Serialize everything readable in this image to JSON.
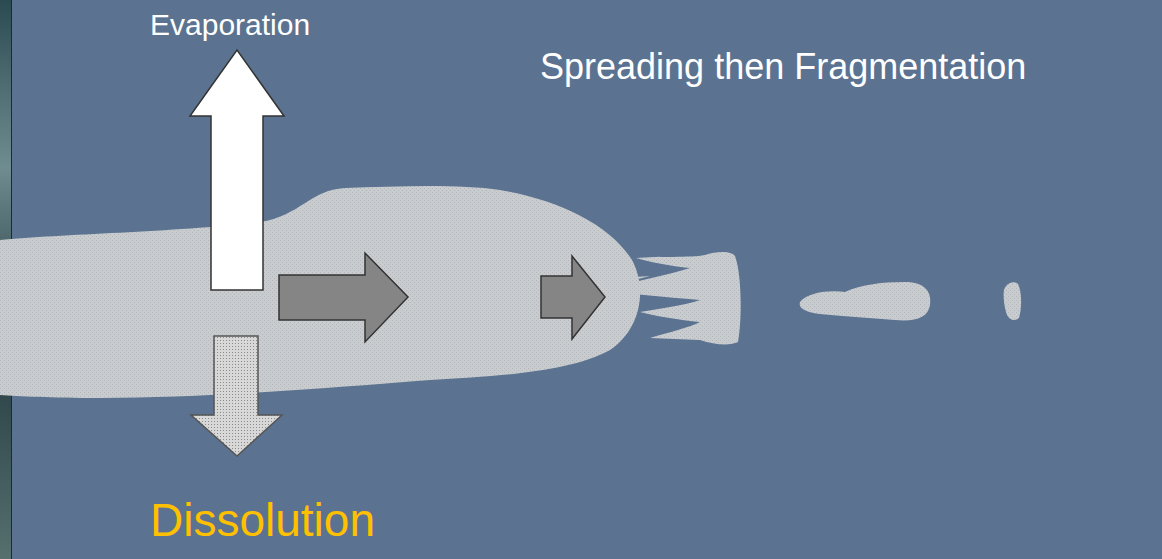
{
  "diagram": {
    "labels": [
      "Evaporation",
      "Spreading then Fragmentation",
      "Dissolution"
    ]
  }
}
